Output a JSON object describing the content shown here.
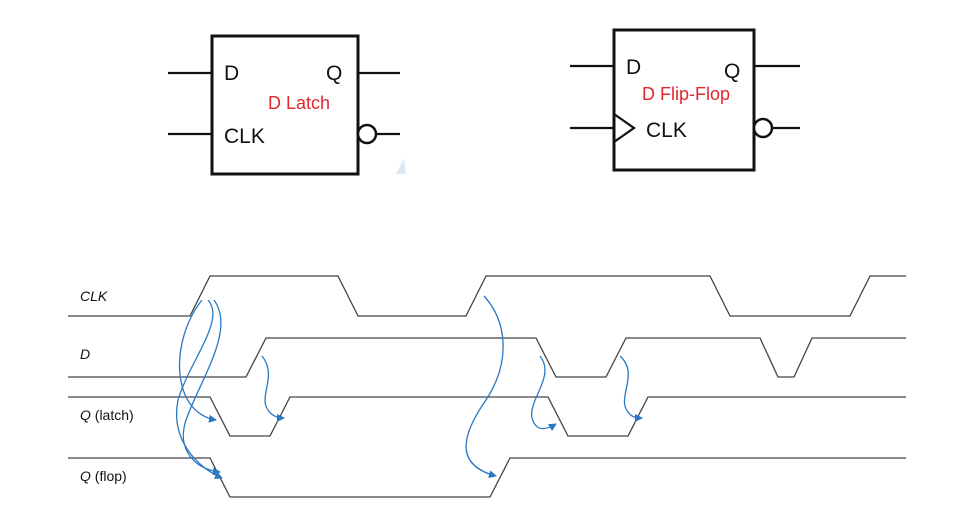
{
  "latch": {
    "pin_d": "D",
    "pin_q": "Q",
    "pin_clk": "CLK",
    "title": "D Latch"
  },
  "flipflop": {
    "pin_d": "D",
    "pin_q": "Q",
    "pin_clk": "CLK",
    "title": "D Flip-Flop"
  },
  "timing": {
    "signals": [
      {
        "main": "CLK",
        "suffix": ""
      },
      {
        "main": "D",
        "suffix": ""
      },
      {
        "main": "Q",
        "suffix": " (latch)"
      },
      {
        "main": "Q",
        "suffix": " (flop)"
      }
    ]
  },
  "colors": {
    "title": "#e0282e",
    "arrow": "#2b78c2",
    "wave": "#444444"
  }
}
